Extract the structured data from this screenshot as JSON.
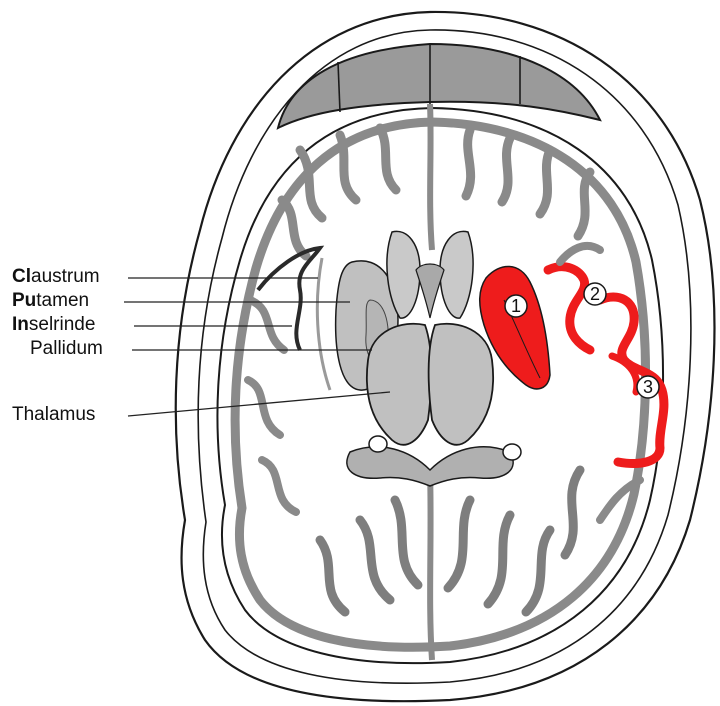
{
  "labels": {
    "claustrum": {
      "bold": "Cl",
      "rest": "austrum"
    },
    "putamen": {
      "bold": "Pu",
      "rest": "tamen"
    },
    "inselrinde": {
      "bold": "In",
      "rest": "selrinde"
    },
    "pallidum": {
      "bold": "",
      "rest": "Pallidum"
    },
    "thalamus": {
      "bold": "",
      "rest": "Thalamus"
    }
  },
  "markers": {
    "m1": "1",
    "m2": "2",
    "m3": "3"
  },
  "colors": {
    "lesion": "#ee1c1c",
    "cortex_gray": "#8a8a8a",
    "nucleus_gray": "#c0c0c0",
    "ventricle_gray": "#a9a9a9",
    "outline": "#1a1a1a",
    "skull_fill": "#ffffff"
  }
}
